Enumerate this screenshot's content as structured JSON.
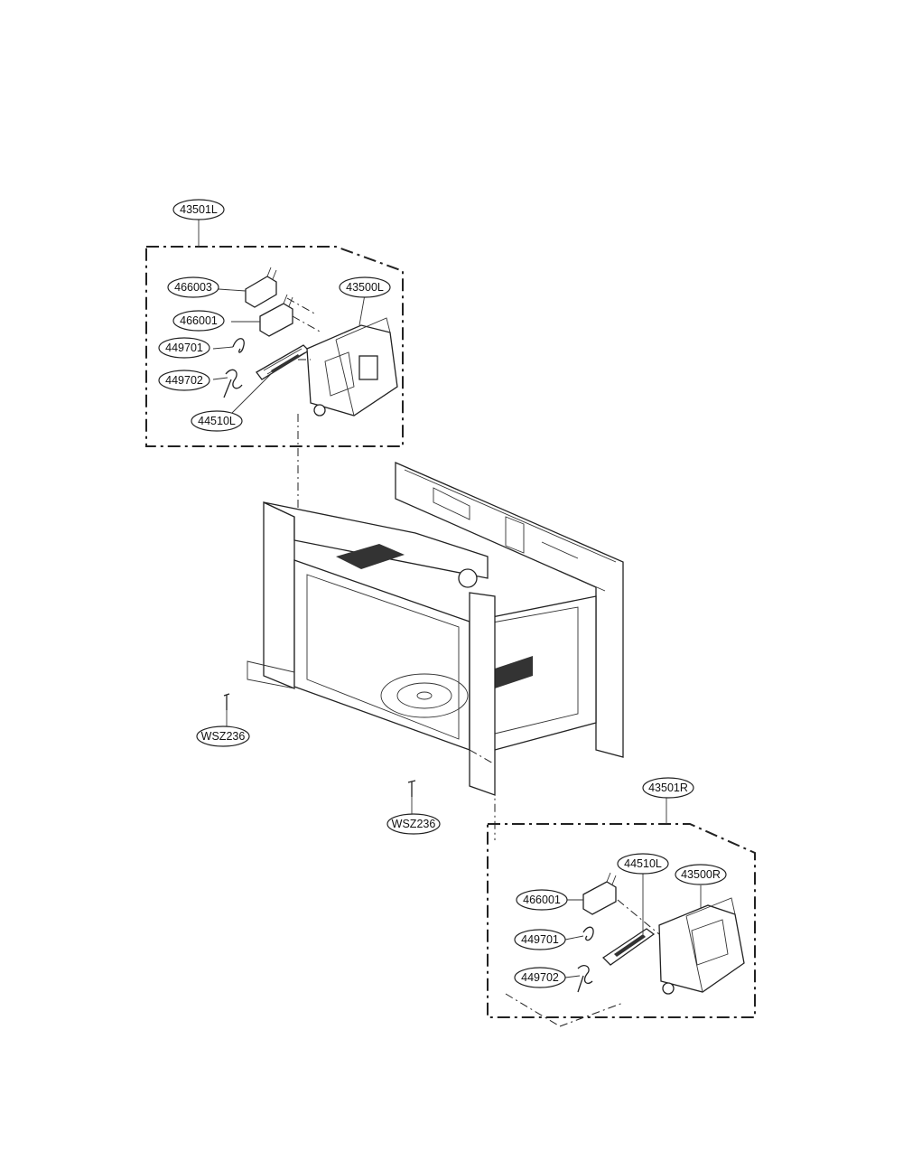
{
  "callouts": {
    "assembly_left": "43501L",
    "switch_top_left": "466003",
    "housing_left": "43500L",
    "switch_mid_left": "466001",
    "spring_a_left": "449701",
    "spring_b_left": "449702",
    "lever_left": "44510L",
    "screw_left": "WSZ236",
    "screw_bottom": "WSZ236",
    "assembly_right": "43501R",
    "lever_right": "44510L",
    "housing_right": "43500R",
    "switch_right": "466001",
    "spring_a_right": "449701",
    "spring_b_right": "449702"
  }
}
